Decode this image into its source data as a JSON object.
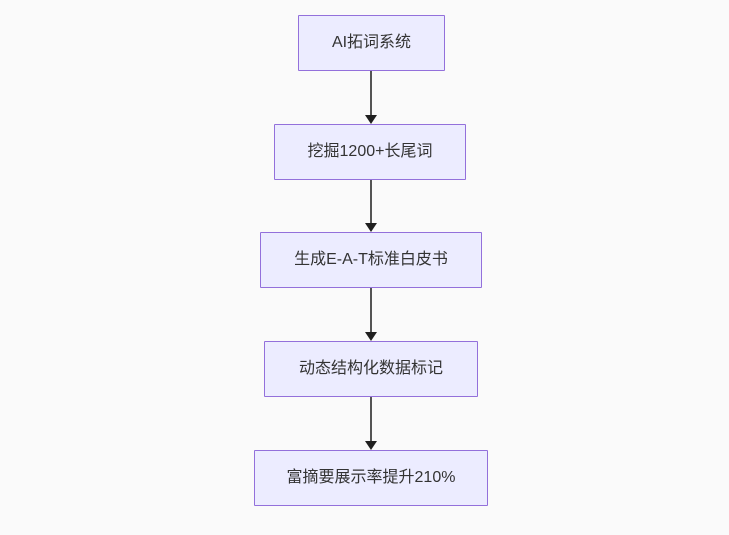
{
  "diagram": {
    "type": "flowchart-top-down",
    "nodes": [
      {
        "id": "A",
        "label": "AI拓词系统"
      },
      {
        "id": "B",
        "label": "挖掘1200+长尾词"
      },
      {
        "id": "C",
        "label": "生成E-A-T标准白皮书"
      },
      {
        "id": "D",
        "label": "动态结构化数据标记"
      },
      {
        "id": "E",
        "label": "富摘要展示率提升210%"
      }
    ],
    "edges": [
      {
        "from": "A",
        "to": "B",
        "style": "arrow-down"
      },
      {
        "from": "B",
        "to": "C",
        "style": "arrow-down"
      },
      {
        "from": "C",
        "to": "D",
        "style": "arrow-down"
      },
      {
        "from": "D",
        "to": "E",
        "style": "arrow-down"
      }
    ],
    "colors": {
      "background": "#fafafa",
      "node_fill": "#ececff",
      "node_border": "#9370db",
      "node_text": "#333333",
      "edge_line": "#545454",
      "arrowhead": "#1f1f1f"
    }
  }
}
